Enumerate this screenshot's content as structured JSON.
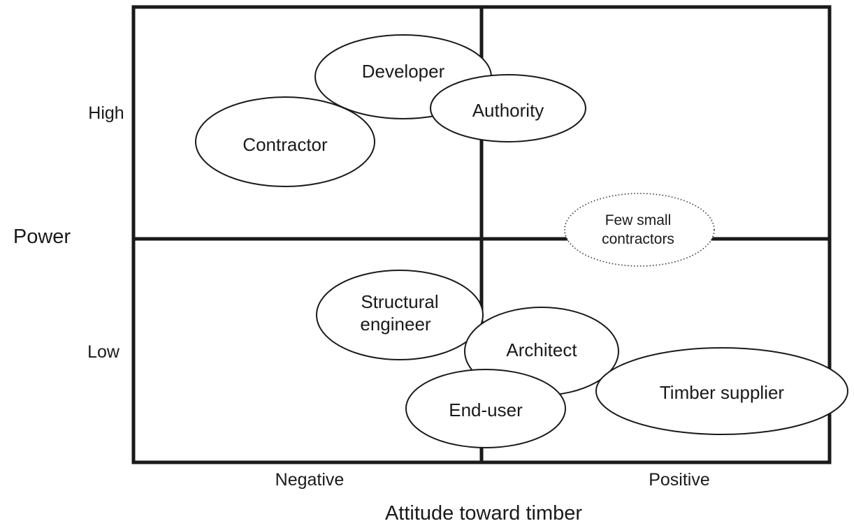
{
  "axes": {
    "y_title": "Power",
    "y_high": "High",
    "y_low": "Low",
    "x_title": "Attitude toward timber",
    "x_negative": "Negative",
    "x_positive": "Positive"
  },
  "stakeholders": {
    "contractor": "Contractor",
    "developer": "Developer",
    "authority": "Authority",
    "few_small_line1": "Few small",
    "few_small_line2": "contractors",
    "structural_line1": "Structural",
    "structural_line2": "engineer",
    "architect": "Architect",
    "timber_supplier": "Timber supplier",
    "end_user": "End-user"
  }
}
